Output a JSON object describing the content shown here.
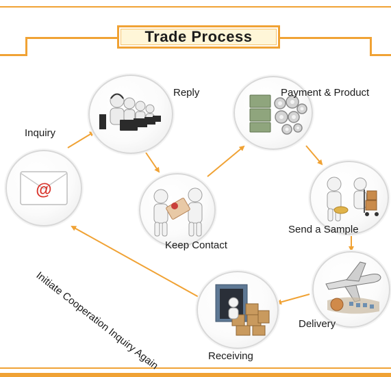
{
  "title": "Trade Process",
  "colors": {
    "accent": "#f0a234",
    "arrow": "#f0a234",
    "title_bg": "#fff6d8"
  },
  "steps": {
    "inquiry": {
      "label": "Inquiry",
      "icon": "email-at-icon"
    },
    "reply": {
      "label": "Reply",
      "icon": "call-center-operators-icon"
    },
    "keep_contact": {
      "label": "Keep Contact",
      "icon": "handshake-figures-icon"
    },
    "payment": {
      "label": "Payment & Product",
      "icon": "money-and-gears-icon"
    },
    "sample": {
      "label": "Send a Sample",
      "icon": "figure-with-cart-icon"
    },
    "delivery": {
      "label": "Delivery",
      "icon": "cargo-plane-icon"
    },
    "receiving": {
      "label": "Receiving",
      "icon": "container-boxes-icon"
    }
  },
  "loop_label": "Initiate Cooperation Inquiry Again"
}
